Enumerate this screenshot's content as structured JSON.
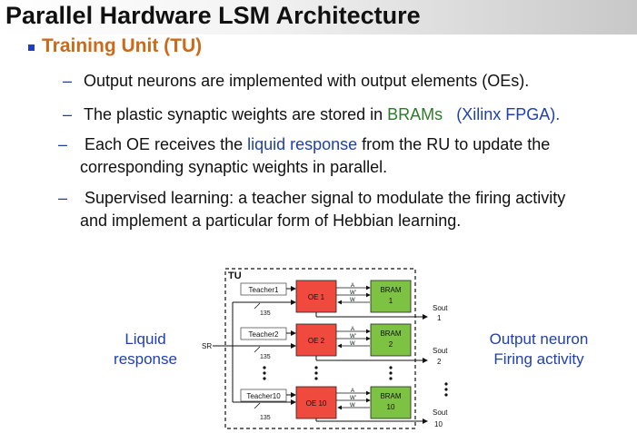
{
  "slide": {
    "title": "Parallel Hardware LSM Architecture",
    "subtitle": "Training Unit (TU)",
    "bullets": [
      {
        "lines": [
          {
            "pre": "Output neurons are implemented with output elements (OEs)."
          }
        ]
      },
      {
        "lines": [
          {
            "pre": "The plastic synaptic weights are stored in ",
            "green": "BRAMs",
            "mid": "   ",
            "blue": "(Xilinx FPGA).",
            "post": ""
          }
        ]
      },
      {
        "lines": [
          {
            "pre": " Each OE receives the ",
            "blue": "liquid response",
            "post": " from the RU to update the"
          },
          {
            "pre": "corresponding synaptic weights in parallel."
          }
        ]
      },
      {
        "lines": [
          {
            "pre": " Supervised learning: a teacher signal to modulate the firing activity"
          },
          {
            "pre": "and implement a particular form of Hebbian learning."
          }
        ]
      }
    ],
    "dash_symbol": "–",
    "left_label": [
      "Liquid",
      "response"
    ],
    "right_label": [
      "Output neuron",
      "Firing activity"
    ]
  },
  "diagram": {
    "unit_label": "TU",
    "input_label": "SR",
    "wire_label": "135",
    "signal_labels": [
      "A",
      "W'",
      "W"
    ],
    "rows": [
      {
        "teacher": "Teacher1",
        "oe": "OE 1",
        "bram": [
          "BRAM",
          "1"
        ],
        "out": [
          "Sout",
          "1"
        ]
      },
      {
        "teacher": "Teacher2",
        "oe": "OE 2",
        "bram": [
          "BRAM",
          "2"
        ],
        "out": [
          "Sout",
          "2"
        ]
      },
      {
        "teacher": "Teacher10",
        "oe": "OE 10",
        "bram": [
          "BRAM",
          "10"
        ],
        "out": [
          "Sout",
          "10"
        ]
      }
    ],
    "colors": {
      "oe": "#f04a3e",
      "bram": "#7dc242",
      "teacher_border": "#555555"
    }
  }
}
